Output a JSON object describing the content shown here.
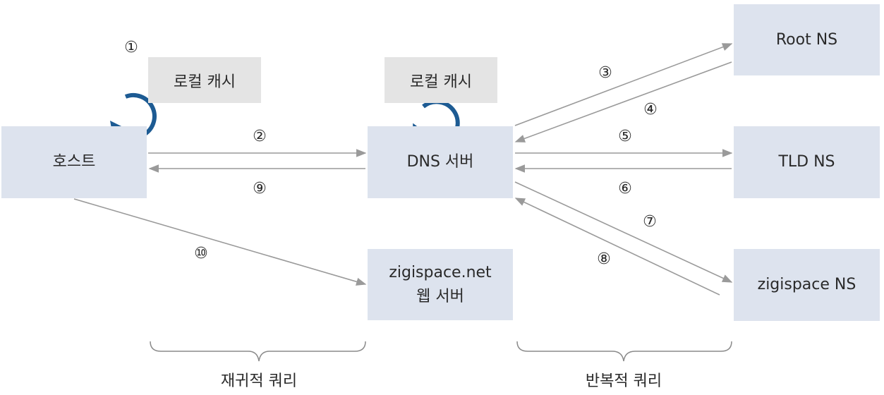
{
  "nodes": {
    "host": "호스트",
    "dns_server": "DNS 서버",
    "web_server_line1": "zigispace.net",
    "web_server_line2": "웹 서버",
    "root_ns": "Root NS",
    "tld_ns": "TLD NS",
    "zigispace_ns": "zigispace NS"
  },
  "caches": {
    "host_cache": "로컬 캐시",
    "dns_cache": "로컬 캐시"
  },
  "steps": [
    "①",
    "②",
    "③",
    "④",
    "⑤",
    "⑥",
    "⑦",
    "⑧",
    "⑨",
    "⑩"
  ],
  "groups": {
    "recursive": "재귀적 쿼리",
    "iterative": "반복적 쿼리"
  },
  "colors": {
    "node_fill": "#dde3ee",
    "cache_fill": "#e4e4e4",
    "cycle_arrow": "#1d5b93",
    "arrow": "#9a9a9a"
  }
}
